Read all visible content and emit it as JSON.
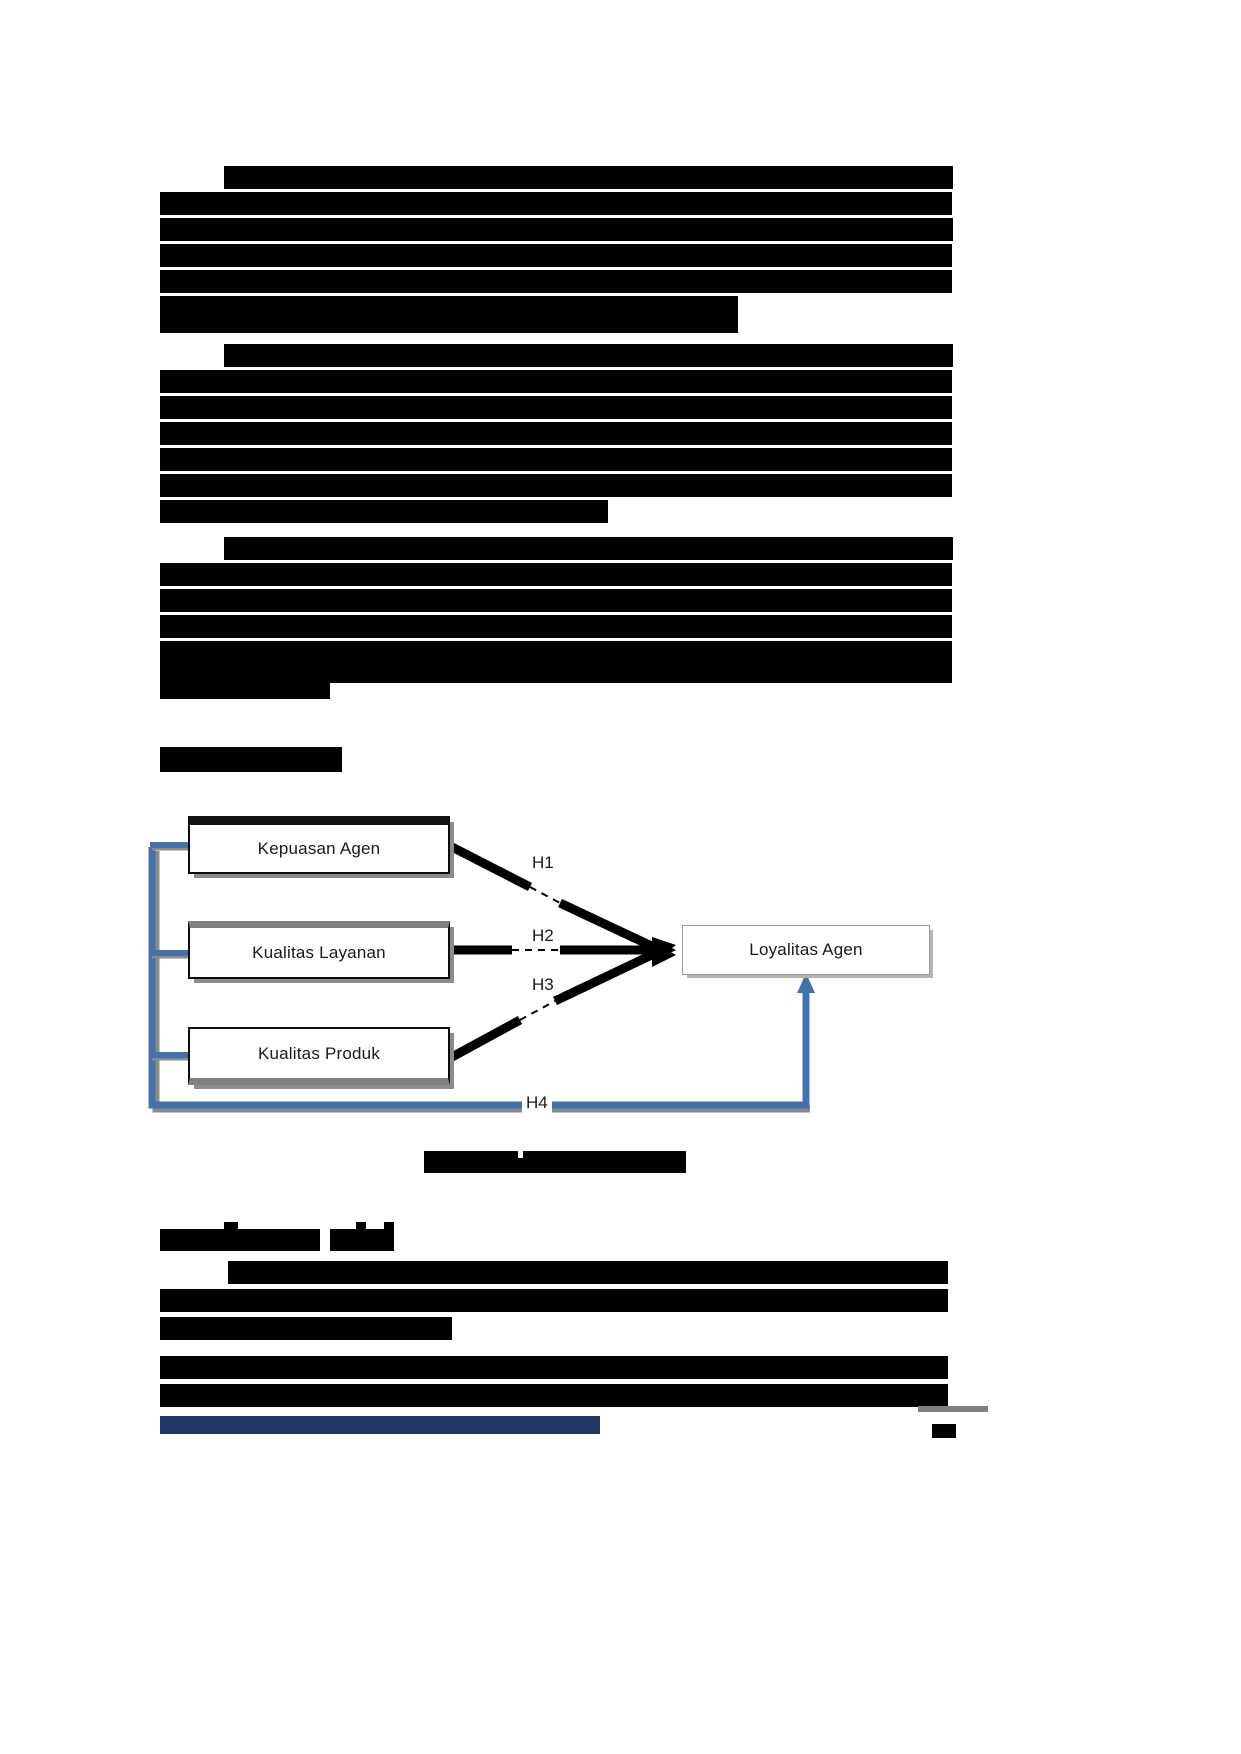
{
  "document": {
    "type": "academic-paper-page",
    "language": "id",
    "redacted": true,
    "page_background": "#ffffff"
  },
  "body_text": {
    "paragraph_1": {
      "redacted": true,
      "line_count": 7,
      "note": "fully redacted body paragraph"
    },
    "paragraph_2": {
      "redacted": true,
      "line_count": 7,
      "note": "fully redacted body paragraph"
    },
    "paragraph_3": {
      "redacted": true,
      "line_count": 7,
      "note": "fully redacted body paragraph"
    }
  },
  "section_heading_1": {
    "label": "",
    "redacted": true
  },
  "section_heading_2": {
    "label": "",
    "redacted": true
  },
  "figure": {
    "caption": "",
    "caption_redacted": true,
    "nodes": [
      {
        "id": "kepuasan-agen",
        "label": "Kepuasan Agen",
        "role": "independent"
      },
      {
        "id": "kualitas-layanan",
        "label": "Kualitas Layanan",
        "role": "independent"
      },
      {
        "id": "kualitas-produk",
        "label": "Kualitas Produk",
        "role": "independent"
      },
      {
        "id": "loyalitas-agen",
        "label": "Loyalitas Agen",
        "role": "dependent"
      }
    ],
    "hypotheses": [
      {
        "id": "H1",
        "label": "H1",
        "from": "kepuasan-agen",
        "to": "loyalitas-agen"
      },
      {
        "id": "H2",
        "label": "H2",
        "from": "kualitas-layanan",
        "to": "loyalitas-agen"
      },
      {
        "id": "H3",
        "label": "H3",
        "from": "kualitas-produk",
        "to": "loyalitas-agen"
      },
      {
        "id": "H4",
        "label": "H4",
        "from": "all-independent",
        "to": "loyalitas-agen"
      }
    ],
    "colors": {
      "node_border_dark": "#0d0d0d",
      "node_border_light": "#9a9a9a",
      "node_shadow": "#8c8c8c",
      "arrow": "#000000",
      "h4_connector": "#4472a8",
      "h4_connector_shadow": "#808080",
      "node_fill": "#ffffff"
    }
  },
  "bottom_section": {
    "heading_redacted": true,
    "paragraph_1_redacted": true,
    "paragraph_2_redacted": true,
    "footer_rule_color": "#808080",
    "footnote_color": "#1f3864"
  }
}
